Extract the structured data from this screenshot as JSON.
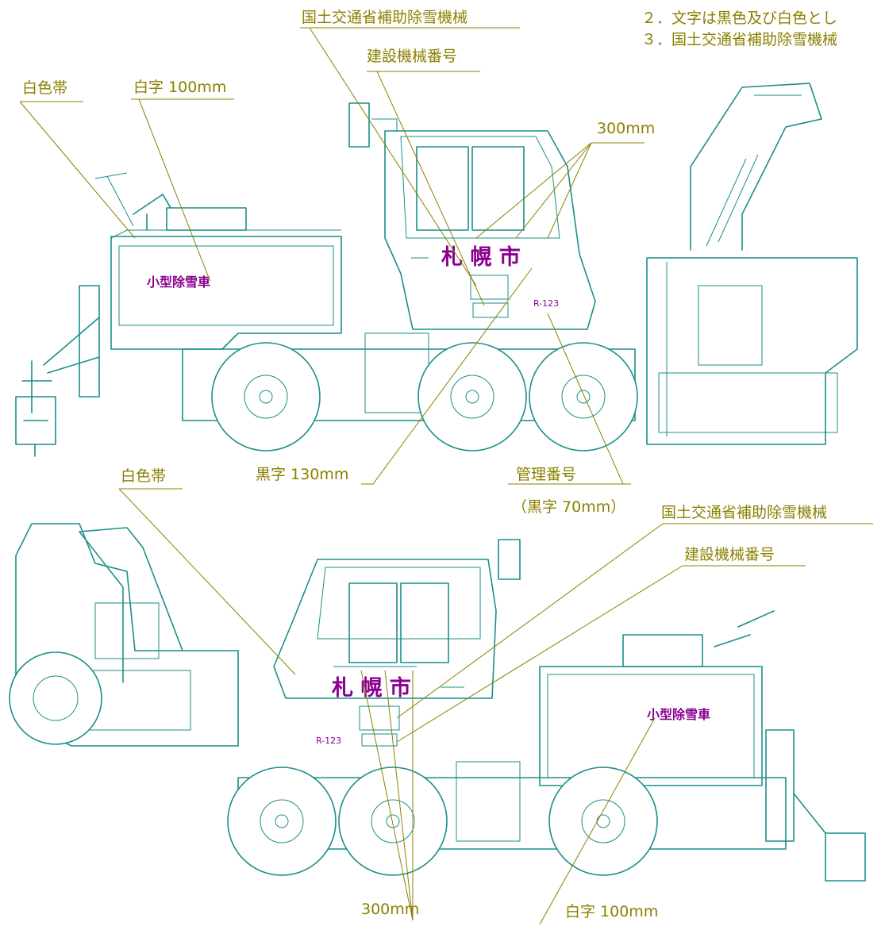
{
  "colors": {
    "outline": "#1a8f8a",
    "label": "#8c8000",
    "marking": "#8a0090"
  },
  "notes": [
    "２．文字は黒色及び白色とし",
    "３．国土交通省補助除雪機械"
  ],
  "top_view": {
    "labels": {
      "subsidy": "国土交通省補助除雪機械",
      "machine_no": "建設機械番号",
      "white_band": "白色帯",
      "white_text": "白字 100mm",
      "dim_300": "300mm",
      "black_text": "黒字 130mm",
      "mgmt_no": "管理番号",
      "mgmt_note": "（黒字 70mm）"
    },
    "markings": {
      "city": "札 幌 市",
      "vehicle": "小型除雪車",
      "plate": "R-123"
    }
  },
  "bottom_view": {
    "labels": {
      "white_band": "白色帯",
      "subsidy": "国土交通省補助除雪機械",
      "machine_no": "建設機械番号",
      "dim_300": "300mm",
      "white_text": "白字 100mm"
    },
    "markings": {
      "city": "札 幌 市",
      "vehicle": "小型除雪車",
      "plate": "R-123"
    }
  }
}
